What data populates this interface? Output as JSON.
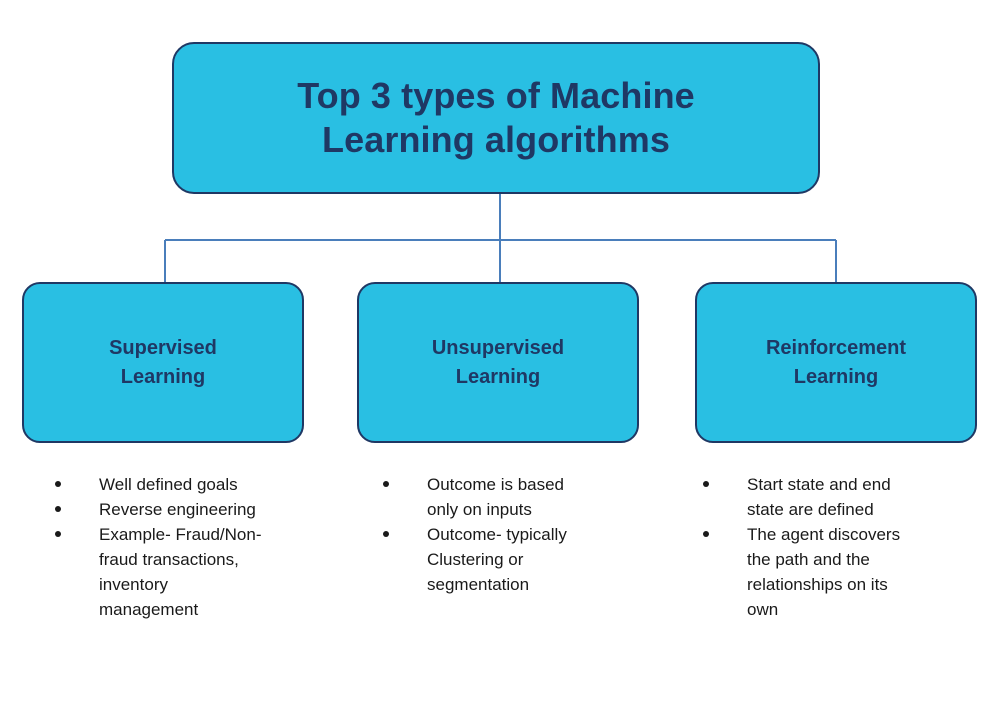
{
  "diagram": {
    "type": "hierarchy-tree",
    "title": "Top 3 types of Machine Learning algorithms",
    "colors": {
      "node_fill": "#29bfe3",
      "node_border": "#1f3864",
      "node_text": "#1f3864",
      "connector_line": "#4a7ebb",
      "bullet_text": "#1a1a1a",
      "background": "#ffffff"
    },
    "root": {
      "label": "Top 3 types of Machine Learning algorithms",
      "line1": "Top 3 types of Machine",
      "line2": "Learning algorithms"
    },
    "branches": [
      {
        "label": "Supervised Learning",
        "line1": "Supervised",
        "line2": "Learning",
        "bullets": [
          "Well defined goals",
          "Reverse engineering",
          "Example- Fraud/Non-fraud transactions, inventory management"
        ]
      },
      {
        "label": "Unsupervised Learning",
        "line1": "Unsupervised",
        "line2": "Learning",
        "bullets": [
          "Outcome is based only on inputs",
          "Outcome- typically Clustering or segmentation"
        ]
      },
      {
        "label": "Reinforcement Learning",
        "line1": "Reinforcement",
        "line2": "Learning",
        "bullets": [
          "Start state and end state are defined",
          "The agent discovers the path and the relationships on its own"
        ]
      }
    ]
  }
}
